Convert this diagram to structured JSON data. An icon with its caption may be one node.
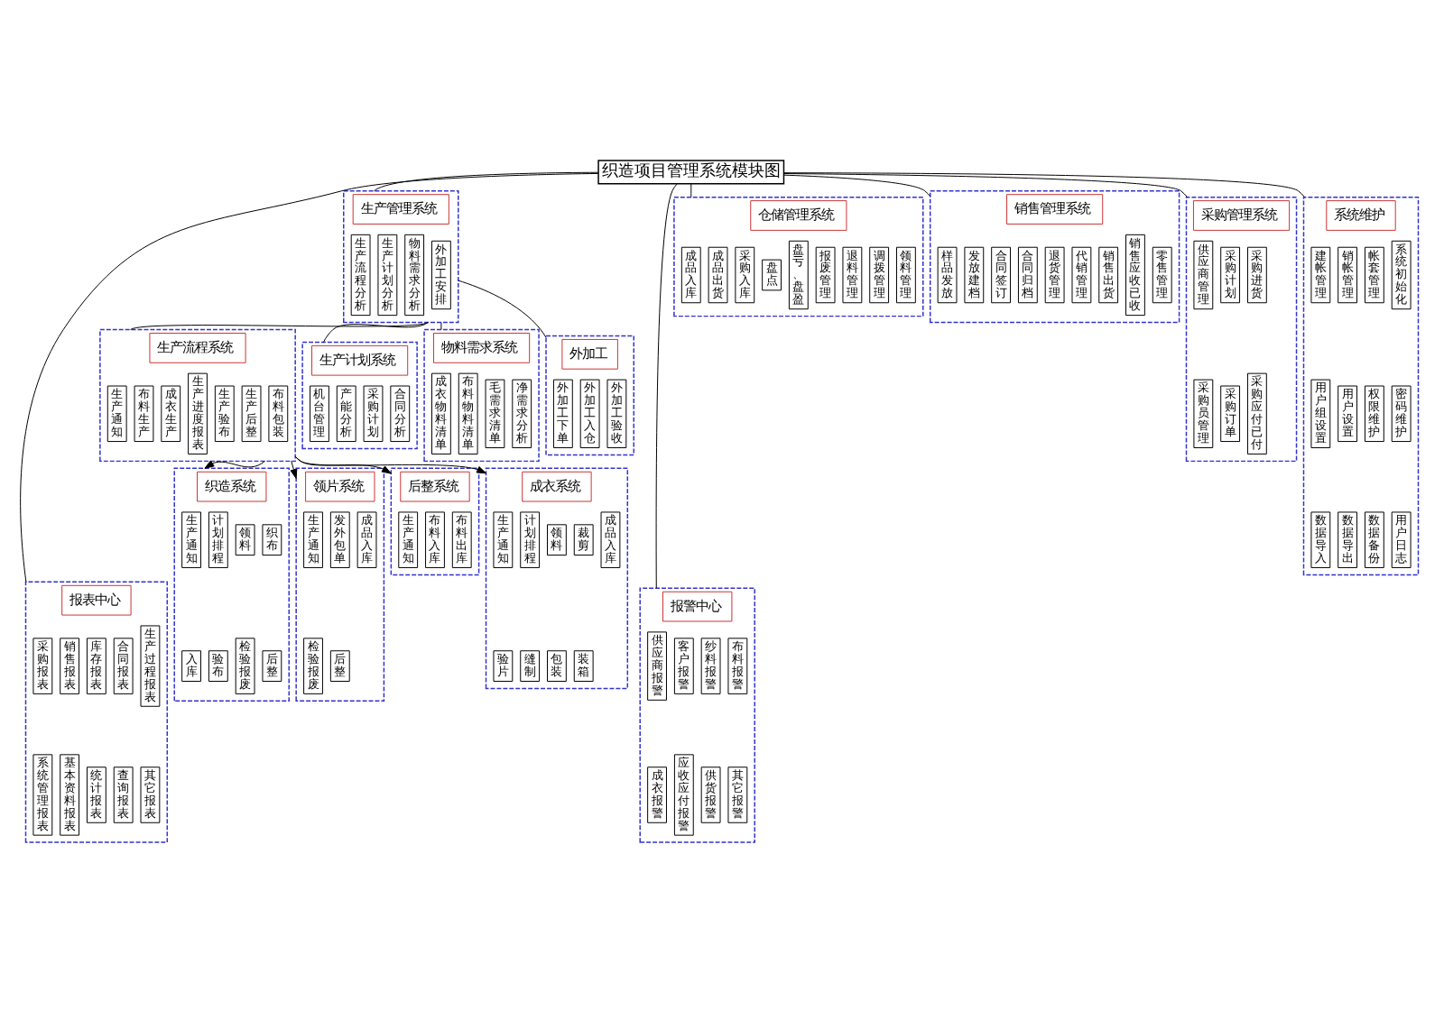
{
  "diagram": {
    "nodes": [
      {
        "text": [
          "织造项目管理系统模块图"
        ]
      },
      {
        "text": [
          "生产管理系统"
        ]
      },
      {
        "text": [
          "生产流程分析"
        ],
        "in": 1
      },
      {
        "text": [
          "生产计划分析"
        ],
        "in": 1
      },
      {
        "text": [
          "物料需求分析"
        ],
        "in": 1
      },
      {
        "text": [
          "外加工安排"
        ],
        "in": 1
      },
      {
        "text": [
          "仓储管理系统"
        ]
      },
      {
        "text": [
          "成品入库"
        ],
        "in": 6
      },
      {
        "text": [
          "成品出货"
        ],
        "in": 6
      },
      {
        "text": [
          "采购入库"
        ],
        "in": 6
      },
      {
        "text": [
          "盘点"
        ],
        "in": 6
      },
      {
        "text": [
          "盘亏、盘盈"
        ],
        "in": 6
      },
      {
        "text": [
          "报废管理"
        ],
        "in": 6
      },
      {
        "text": [
          "退料管理"
        ],
        "in": 6
      },
      {
        "text": [
          "调拨管理"
        ],
        "in": 6
      },
      {
        "text": [
          "领料管理"
        ],
        "in": 6
      },
      {
        "text": [
          "销售管理系统"
        ]
      },
      {
        "text": [
          "样品发放"
        ],
        "in": 16
      },
      {
        "text": [
          "发放建档"
        ],
        "in": 16
      },
      {
        "text": [
          "合同签订"
        ],
        "in": 16
      },
      {
        "text": [
          "合同归档"
        ],
        "in": 16
      },
      {
        "text": [
          "退货管理"
        ],
        "in": 16
      },
      {
        "text": [
          "代销管理"
        ],
        "in": 16
      },
      {
        "text": [
          "销售出货"
        ],
        "in": 16
      },
      {
        "text": [
          "销售应收已收"
        ],
        "in": 16
      },
      {
        "text": [
          "零售管理"
        ],
        "in": 16
      },
      {
        "text": [
          "采购管理系统"
        ]
      },
      {
        "text": [
          "供应商管理"
        ],
        "in": 26
      },
      {
        "text": [
          "采购计划"
        ],
        "in": 26
      },
      {
        "text": [
          "采购进货"
        ],
        "in": 26
      },
      {
        "text": [
          "采购员管理"
        ],
        "in": 26
      },
      {
        "text": [
          "采购订单"
        ],
        "in": 26
      },
      {
        "text": [
          "采购应付已付"
        ],
        "in": 26
      },
      {
        "text": [
          "系统维护"
        ]
      },
      {
        "text": [
          "建帐管理"
        ],
        "in": 33
      },
      {
        "text": [
          "销帐管理"
        ],
        "in": 33
      },
      {
        "text": [
          "帐套管理"
        ],
        "in": 33
      },
      {
        "text": [
          "系统初始化"
        ],
        "in": 33
      },
      {
        "text": [
          "用户组设置"
        ],
        "in": 33
      },
      {
        "text": [
          "用户设置"
        ],
        "in": 33
      },
      {
        "text": [
          "权限维护"
        ],
        "in": 33
      },
      {
        "text": [
          "密码维护"
        ],
        "in": 33
      },
      {
        "text": [
          "数据导入"
        ],
        "in": 33
      },
      {
        "text": [
          "数据导出"
        ],
        "in": 33
      },
      {
        "text": [
          "数据备份"
        ],
        "in": 33
      },
      {
        "text": [
          "用户日志"
        ],
        "in": 33
      },
      {
        "text": [
          "生产流程系统"
        ]
      },
      {
        "text": [
          "生产通知"
        ],
        "in": 46
      },
      {
        "text": [
          "布料生产"
        ],
        "in": 46
      },
      {
        "text": [
          "成衣生产"
        ],
        "in": 46
      },
      {
        "text": [
          "生产进度报表"
        ],
        "in": 46
      },
      {
        "text": [
          "生产验布"
        ],
        "in": 46
      },
      {
        "text": [
          "生产后整"
        ],
        "in": 46
      },
      {
        "text": [
          "布料包装"
        ],
        "in": 46
      },
      {
        "text": [
          "生产计划系统"
        ]
      },
      {
        "text": [
          "机台管理"
        ],
        "in": 54
      },
      {
        "text": [
          "产能分析"
        ],
        "in": 54
      },
      {
        "text": [
          "采购计划"
        ],
        "in": 54
      },
      {
        "text": [
          "合同分析"
        ],
        "in": 54
      },
      {
        "text": [
          "物料需求系统"
        ]
      },
      {
        "text": [
          "成衣物料清单"
        ],
        "in": 59
      },
      {
        "text": [
          "布料物料清单"
        ],
        "in": 59
      },
      {
        "text": [
          "毛需求清单"
        ],
        "in": 59
      },
      {
        "text": [
          "净需求分析"
        ],
        "in": 59
      },
      {
        "text": [
          "外加工"
        ]
      },
      {
        "text": [
          "外加工下单"
        ],
        "in": 64
      },
      {
        "text": [
          "外加工入仓"
        ],
        "in": 64
      },
      {
        "text": [
          "外加工验收"
        ],
        "in": 64
      },
      {
        "text": [
          "报表中心"
        ]
      },
      {
        "text": [
          "采购报表"
        ],
        "in": 68
      },
      {
        "text": [
          "销售报表"
        ],
        "in": 68
      },
      {
        "text": [
          "库存报表"
        ],
        "in": 68
      },
      {
        "text": [
          "合同报表"
        ],
        "in": 68
      },
      {
        "text": [
          "生产过程报表"
        ],
        "in": 68
      },
      {
        "text": [
          "系统管理报表"
        ],
        "in": 68
      },
      {
        "text": [
          "基本资料报表"
        ],
        "in": 68
      },
      {
        "text": [
          "统计报表"
        ],
        "in": 68
      },
      {
        "text": [
          "查询报表"
        ],
        "in": 68
      },
      {
        "text": [
          "其它报表"
        ],
        "in": 68
      },
      {
        "text": [
          "报警中心"
        ]
      },
      {
        "text": [
          "供应商报警"
        ],
        "in": 79
      },
      {
        "text": [
          "客户报警"
        ],
        "in": 79
      },
      {
        "text": [
          "纱料报警"
        ],
        "in": 79
      },
      {
        "text": [
          "布料报警"
        ],
        "in": 79
      },
      {
        "text": [
          "成衣报警"
        ],
        "in": 79
      },
      {
        "text": [
          "应收应付报警"
        ],
        "in": 79
      },
      {
        "text": [
          "供货报警"
        ],
        "in": 79
      },
      {
        "text": [
          "其它报警"
        ],
        "in": 79
      },
      {
        "text": [
          "织造系统"
        ]
      },
      {
        "text": [
          "生产通知"
        ],
        "in": 88
      },
      {
        "text": [
          "计划排程"
        ],
        "in": 88
      },
      {
        "text": [
          "领料"
        ],
        "in": 88
      },
      {
        "text": [
          "织布"
        ],
        "in": 88
      },
      {
        "text": [
          "入库"
        ],
        "in": 88
      },
      {
        "text": [
          "验布"
        ],
        "in": 88
      },
      {
        "text": [
          "检验报废"
        ],
        "in": 88
      },
      {
        "text": [
          "后整"
        ],
        "in": 88
      },
      {
        "text": [
          "领片系统"
        ]
      },
      {
        "text": [
          "生产通知"
        ],
        "in": 97
      },
      {
        "text": [
          "发外包单"
        ],
        "in": 97
      },
      {
        "text": [
          "成品入库"
        ],
        "in": 97
      },
      {
        "text": [
          "检验报废"
        ],
        "in": 97
      },
      {
        "text": [
          "后整"
        ],
        "in": 97
      },
      {
        "text": [
          "成衣系统"
        ]
      },
      {
        "text": [
          "生产通知"
        ],
        "in": 103
      },
      {
        "text": [
          "计划排程"
        ],
        "in": 103
      },
      {
        "text": [
          "领料"
        ],
        "in": 103
      },
      {
        "text": [
          "裁剪"
        ],
        "in": 103
      },
      {
        "text": [
          "成品入库"
        ],
        "in": 103
      },
      {
        "text": [
          "验片"
        ],
        "in": 103
      },
      {
        "text": [
          "缝制"
        ],
        "in": 103
      },
      {
        "text": [
          "包装"
        ],
        "in": 103
      },
      {
        "text": [
          "装箱"
        ],
        "in": 103
      },
      {
        "text": [
          "后整系统"
        ]
      },
      {
        "text": [
          "生产通知"
        ],
        "in": 113
      },
      {
        "text": [
          "布料入库"
        ],
        "in": 113
      },
      {
        "text": [
          "布料出库"
        ],
        "in": 113
      }
    ],
    "edges": [
      {
        "from": 0,
        "to": 1,
        "arrow": "none"
      },
      {
        "from": 0,
        "to": 6,
        "arrow": "none"
      },
      {
        "from": 0,
        "to": 16,
        "arrow": "none"
      },
      {
        "from": 0,
        "to": 26,
        "arrow": "none"
      },
      {
        "from": 0,
        "to": 33,
        "arrow": "none"
      },
      {
        "from": 0,
        "to": 68,
        "arrow": "none"
      },
      {
        "from": 0,
        "to": 79,
        "arrow": "none"
      },
      {
        "from": 1,
        "to": 46,
        "arrow": "none"
      },
      {
        "from": 1,
        "to": 54,
        "arrow": "none"
      },
      {
        "from": 1,
        "to": 59,
        "arrow": "none"
      },
      {
        "from": 1,
        "to": 64,
        "arrow": "none"
      },
      {
        "from": 46,
        "to": 88,
        "arrow": "to"
      },
      {
        "from": 46,
        "to": 97,
        "arrow": "to"
      },
      {
        "from": 46,
        "to": 103,
        "arrow": "to"
      },
      {
        "from": 46,
        "to": 113,
        "arrow": "to"
      }
    ]
  }
}
